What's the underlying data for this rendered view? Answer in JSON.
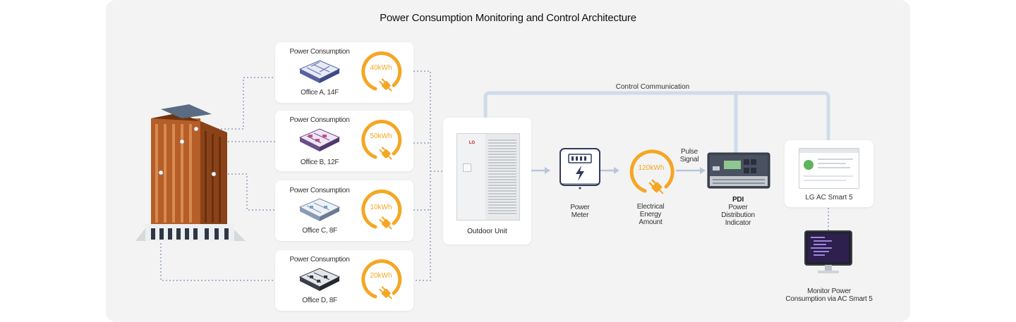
{
  "title": "Power Consumption Monitoring and Control Architecture",
  "offices": [
    {
      "header": "Power Consumption",
      "value": "40kWh",
      "name": "Office A, 14F"
    },
    {
      "header": "Power Consumption",
      "value": "50kWh",
      "name": "Office B, 12F"
    },
    {
      "header": "Power Consumption",
      "value": "10kWh",
      "name": "Office C, 8F"
    },
    {
      "header": "Power Consumption",
      "value": "20kWh",
      "name": "Office D, 8F"
    }
  ],
  "outdoor_unit": {
    "label": "Outdoor Unit",
    "brand": "LG"
  },
  "power_meter": {
    "line1": "Power",
    "line2": "Meter"
  },
  "energy": {
    "value": "120kWh",
    "line1": "Electrical",
    "line2": "Energy",
    "line3": "Amount"
  },
  "pulse": {
    "line1": "Pulse",
    "line2": "Signal"
  },
  "pdi": {
    "line1": "PDI",
    "line2": "Power",
    "line3": "Distribution",
    "line4": "Indicator"
  },
  "control_communication": "Control Communication",
  "ac_smart": {
    "label": "LG AC Smart 5"
  },
  "monitor": {
    "line1": "Monitor Power",
    "line2": "Consumption via AC Smart 5"
  },
  "colors": {
    "orange": "#f5a623",
    "pipe": "#cfdcea",
    "dots": "#a8b4cc",
    "arrow": "#b9c6da",
    "panel": "#f3f3f3"
  }
}
